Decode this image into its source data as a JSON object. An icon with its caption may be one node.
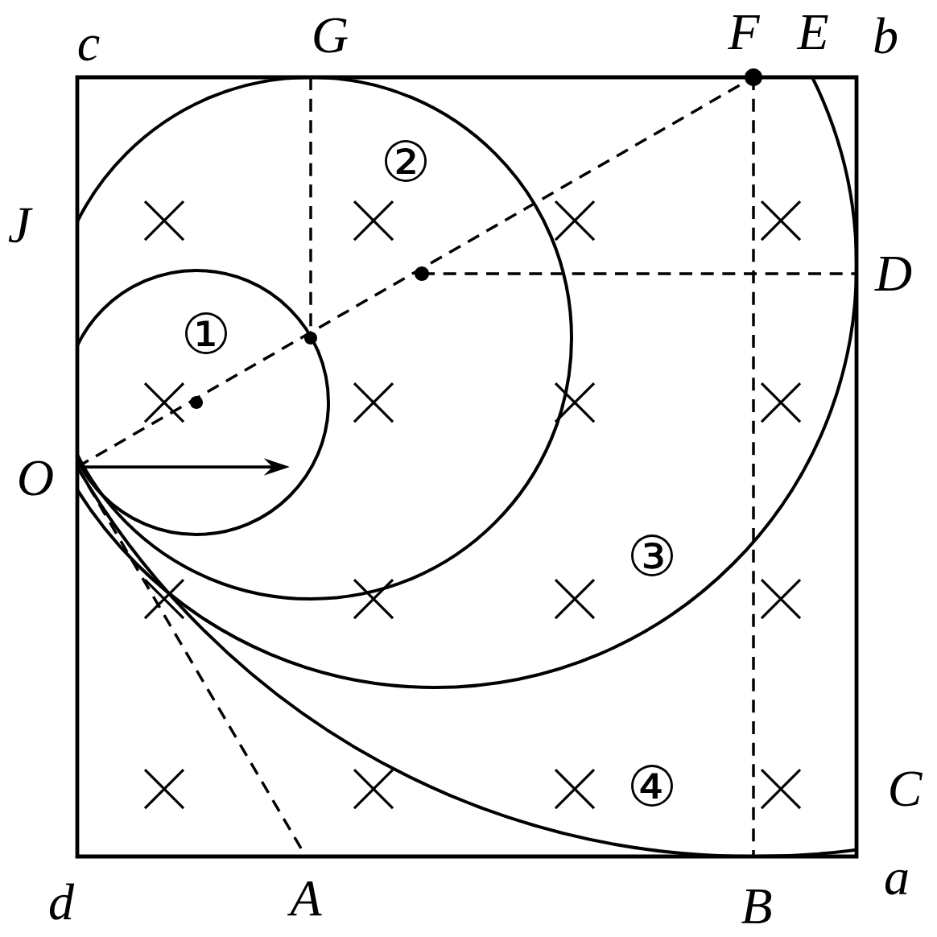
{
  "diagram": {
    "labels": [
      "c",
      "G",
      "F",
      "E",
      "b",
      "②",
      "J",
      "D",
      "①",
      "O",
      "③",
      "④",
      "C",
      "d",
      "A",
      "B",
      "a"
    ]
  }
}
